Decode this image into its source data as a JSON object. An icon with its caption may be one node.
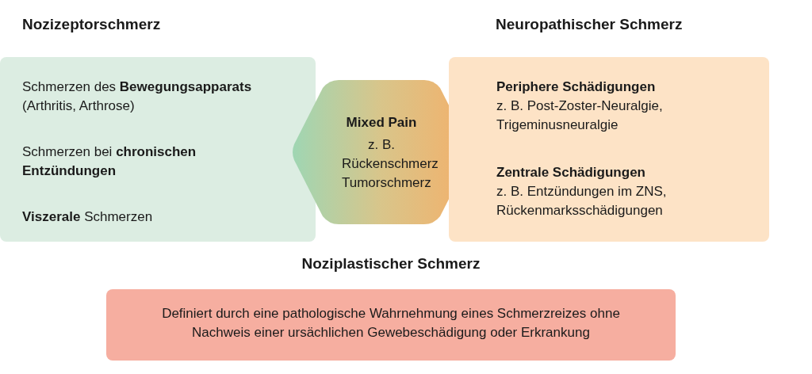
{
  "diagram": {
    "nodes": [
      {
        "text": [
          "Nozizeptorschmerz",
          "Schmerzen des **Bewegungsapparats** (Arthritis, Arthrose)",
          "Schmerzen bei **chronischen Entzündungen**",
          "**Viszerale** Schmerzen"
        ]
      },
      {
        "text": [
          "Mixed Pain",
          "z. B. Rückenschmerz Tumorschmerz"
        ]
      },
      {
        "text": [
          "Neuropathischer Schmerz",
          "Periphere Schädigungen",
          "z. B. Post-Zoster-Neuralgie, Trigeminusneuralgie",
          "Zentrale Schädigungen",
          "z. B. Entzündungen im ZNS, Rückenmarksschädigungen"
        ]
      },
      {
        "text": [
          "Noziplastischer Schmerz",
          "Definiert durch eine pathologische Wahrnehmung eines Schmerzreizes ohne Nachweis einer ursächlichen Gewebeschädigung oder Erkrankung"
        ]
      }
    ],
    "edges": []
  }
}
